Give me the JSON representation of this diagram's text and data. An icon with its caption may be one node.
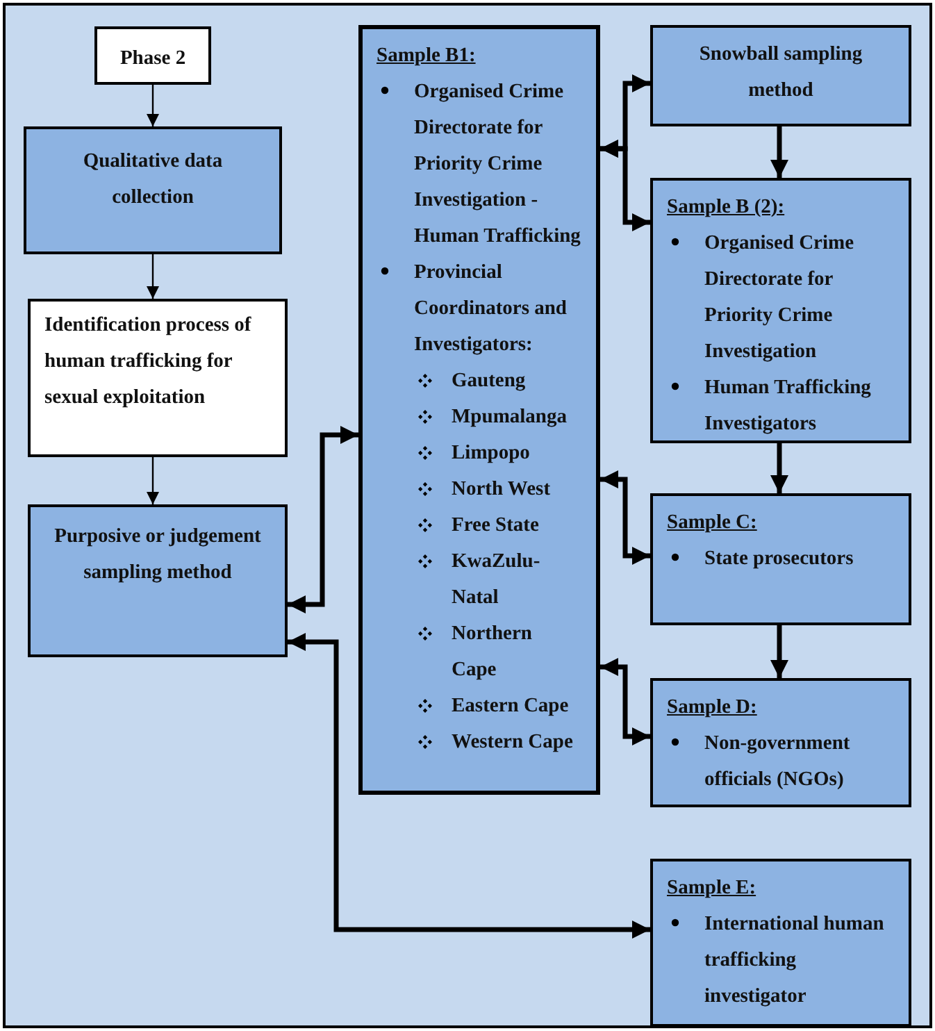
{
  "diagram": {
    "nodes": [
      {
        "text": [
          "Phase 2"
        ]
      },
      {
        "text": [
          "Qualitative data collection"
        ]
      },
      {
        "text": [
          "Identification process of human trafficking for sexual exploitation"
        ]
      },
      {
        "text": [
          "Purposive or judgement sampling method"
        ]
      },
      {
        "text": [
          "Sample B1:",
          "Organised Crime Directorate for Priority Crime Investigation - Human Trafficking",
          "Provincial Coordinators and Investigators:",
          "Gauteng",
          "Mpumalanga",
          "Limpopo",
          "North West",
          "Free State",
          "KwaZulu-Natal",
          "Northern Cape",
          "Eastern Cape",
          "Western Cape"
        ]
      },
      {
        "text": [
          "Snowball sampling method"
        ]
      },
      {
        "text": [
          "Sample B (2):",
          "Organised Crime Directorate for Priority Crime Investigation",
          "Human Trafficking Investigators"
        ]
      },
      {
        "text": [
          "Sample C:",
          "State prosecutors"
        ]
      },
      {
        "text": [
          "Sample D:",
          "Non-government officials (NGOs)"
        ]
      },
      {
        "text": [
          "Sample E:",
          "International human trafficking investigator"
        ]
      }
    ],
    "edges": [
      {
        "from": 0,
        "to": 1,
        "arrow": "to"
      },
      {
        "from": 1,
        "to": 2,
        "arrow": "to"
      },
      {
        "from": 2,
        "to": 3,
        "arrow": "to"
      },
      {
        "from": 3,
        "to": 4,
        "arrow": "both"
      },
      {
        "from": 4,
        "to": 5,
        "arrow": "both"
      },
      {
        "from": 4,
        "to": 6,
        "arrow": "both"
      },
      {
        "from": 5,
        "to": 6,
        "arrow": "to"
      },
      {
        "from": 6,
        "to": 7,
        "arrow": "to"
      },
      {
        "from": 7,
        "to": 8,
        "arrow": "to"
      },
      {
        "from": 4,
        "to": 7,
        "arrow": "both"
      },
      {
        "from": 4,
        "to": 8,
        "arrow": "both"
      },
      {
        "from": 3,
        "to": 9,
        "arrow": "both"
      }
    ]
  }
}
